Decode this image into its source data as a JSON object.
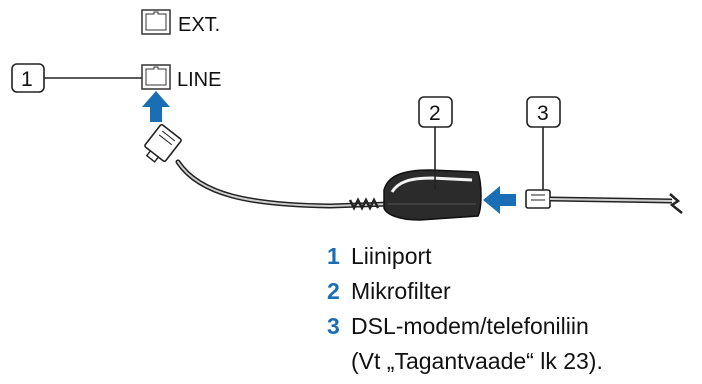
{
  "ports": {
    "ext_label": "EXT.",
    "line_label": "LINE"
  },
  "callouts": [
    "1",
    "2",
    "3"
  ],
  "legend": [
    {
      "number": "1",
      "text": "Liiniport"
    },
    {
      "number": "2",
      "text": "Mikrofilter"
    },
    {
      "number": "3",
      "text": "DSL-modem/telefoniliin",
      "continuation": "(Vt „Tagantvaade“ lk 23)."
    }
  ],
  "colors": {
    "arrow_blue": "#1a6fb4",
    "line": "#222222",
    "filter_body": "#2b2b2b"
  }
}
